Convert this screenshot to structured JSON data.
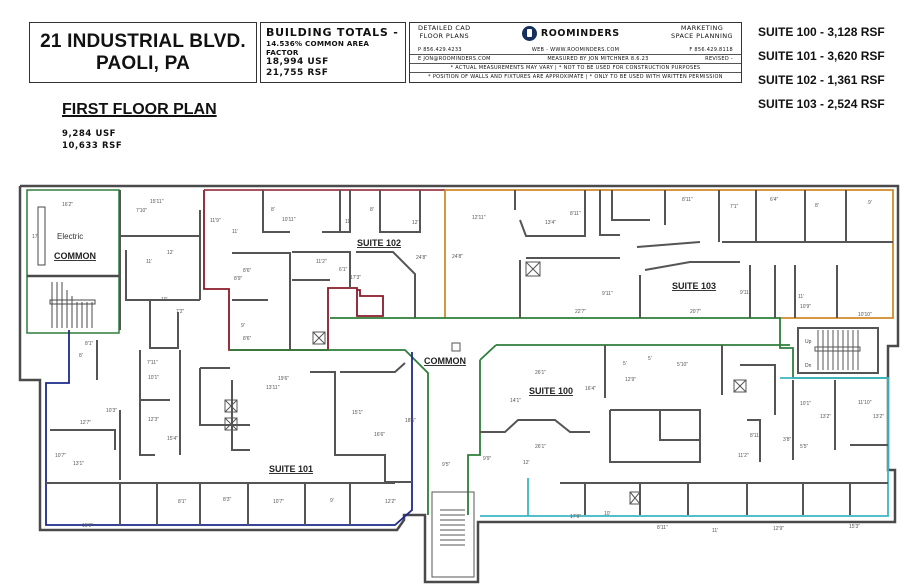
{
  "header": {
    "address_line1": "21 INDUSTRIAL BLVD.",
    "address_line2": "PAOLI, PA",
    "building_totals": {
      "title": "BUILDING TOTALS -",
      "common_area_factor": "14.536% COMMON AREA FACTOR",
      "usf": "18,994 USF",
      "rsf": "21,755 RSF"
    },
    "company": {
      "left_service_line1": "DETAILED CAD",
      "left_service_line2": "FLOOR PLANS",
      "brand": "ROOMINDERS",
      "right_service_line1": "MARKETING",
      "right_service_line2": "SPACE PLANNING",
      "phone_left": "P 856.429.4233",
      "web": "WEB - WWW.ROOMINDERS.COM",
      "phone_right": "F 856.429.8118",
      "email": "E JON@ROOMINDERS.COM",
      "measured_by": "MEASURED BY JON MITCHNER 8.6.23",
      "revised": "REVISED -",
      "note1": "* ACTUAL MEASUREMENTS MAY VARY | * NOT TO BE USED FOR CONSTRUCTION PURPOSES",
      "note2": "* POSITION OF WALLS AND FIXTURES ARE APPROXIMATE | * ONLY TO BE USED WITH WRITTEN PERMISSION"
    }
  },
  "suites_summary": [
    {
      "label": "SUITE 100 - 3,128 RSF"
    },
    {
      "label": "SUITE 101 - 3,620 RSF"
    },
    {
      "label": "SUITE 102 - 1,361 RSF"
    },
    {
      "label": "SUITE 103 - 2,524 RSF"
    }
  ],
  "floor": {
    "title": "FIRST FLOOR PLAN",
    "usf": "9,284 USF",
    "rsf": "10,633 RSF"
  },
  "plan": {
    "colors": {
      "wall": "#4a4a4a",
      "suite100": "#3cb6c4",
      "suite101": "#1d2a8a",
      "suite102": "#8b1a2a",
      "suite103": "#d08a2a",
      "common": "#2e7d3a"
    },
    "labels": {
      "suite100": "SUITE 100",
      "suite101": "SUITE 101",
      "suite102": "SUITE 102",
      "suite103": "SUITE 103",
      "common_center": "COMMON",
      "common_left": "COMMON",
      "electric": "Electric",
      "stair_up": "Up",
      "stair_dn": "Dn"
    },
    "dimensions": {
      "d1": "16'2\"",
      "d2": "17'",
      "d3": "15'11\"",
      "d4": "7'10\"",
      "d5": "12'",
      "d6": "11'",
      "d7": "10'",
      "d8": "7'2\"",
      "d9": "11'9\"",
      "d10": "11'",
      "d11": "10'11\"",
      "d12": "8'",
      "d13": "11'",
      "d14": "8'",
      "d15": "12'",
      "d16": "24'8\"",
      "d17": "8'6\"",
      "d18": "8'9\"",
      "d19": "9'",
      "d20": "8'6\"",
      "d21": "11'2\"",
      "d22": "6'1\"",
      "d23": "17'3\"",
      "d24": "12'11\"",
      "d25": "24'8\"",
      "d26": "13'4\"",
      "d27": "8'11\"",
      "d28": "9'11\"",
      "d29": "22'7\"",
      "d30": "20'7\"",
      "d31": "8'11\"",
      "d32": "7'1\"",
      "d33": "6'4\"",
      "d34": "8'",
      "d35": "9'",
      "d36": "9'11\"",
      "d37": "11'",
      "d38": "10'9\"",
      "d39": "10'10\"",
      "d40": "8'1\"",
      "d41": "8'",
      "d42": "7'11\"",
      "d43": "10'1\"",
      "d44": "12'7\"",
      "d45": "10'3\"",
      "d46": "12'3\"",
      "d47": "15'4\"",
      "d48": "10'7\"",
      "d49": "13'1\"",
      "d50": "19'6\"",
      "d51": "13'11\"",
      "d52": "15'1\"",
      "d53": "16'6\"",
      "d54": "18'5\"",
      "d55": "9'5\"",
      "d56": "15'9\"",
      "d57": "8'1\"",
      "d58": "8'3\"",
      "d59": "10'7\"",
      "d60": "9'",
      "d61": "12'2\"",
      "d62": "26'1\"",
      "d63": "14'1\"",
      "d64": "16'4\"",
      "d65": "26'1\"",
      "d66": "9'9\"",
      "d67": "12'",
      "d68": "5'",
      "d69": "5'",
      "d70": "5'10\"",
      "d71": "12'9\"",
      "d72": "10'1\"",
      "d73": "11'10\"",
      "d74": "13'2\"",
      "d75": "13'2\"",
      "d76": "8'11\"",
      "d77": "3'8\"",
      "d78": "5'5\"",
      "d79": "11'2\"",
      "d80": "17'9\"",
      "d81": "8'11\"",
      "d82": "11'",
      "d83": "12'9\"",
      "d84": "15'3\"",
      "d85": "10'"
    }
  }
}
